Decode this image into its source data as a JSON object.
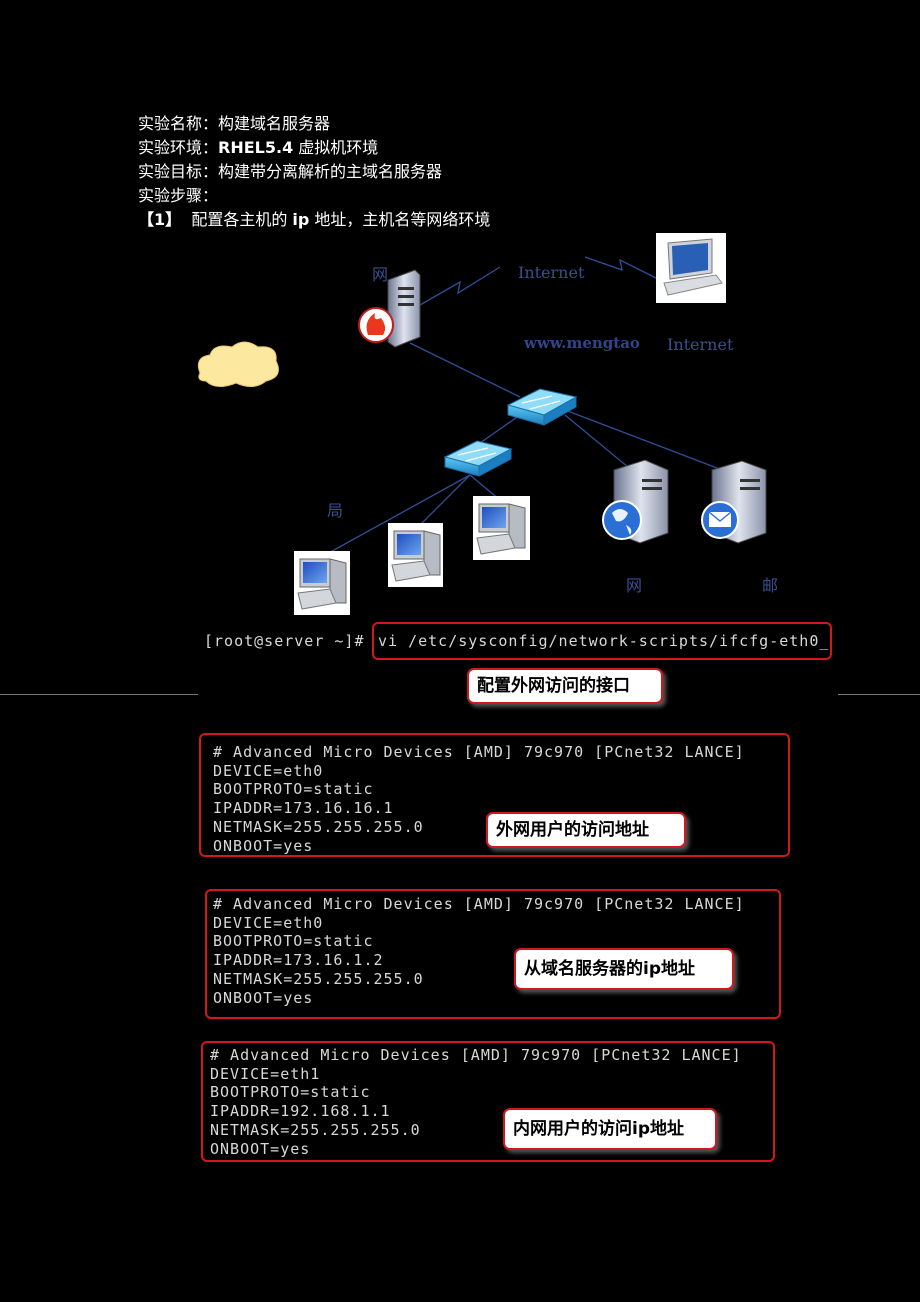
{
  "header": {
    "name_label": "实验名称：",
    "name_value": "构建域名服务器",
    "env_label": "实验环境：",
    "env_value_bold": "RHEL5.4",
    "env_value": " 虚拟机环境",
    "goal_label": "实验目标：",
    "goal_value": "构建带分离解析的主域名服务器",
    "steps_label": "实验步骤：",
    "step1_num": "【1】",
    "step1_pre": "配置各主机的 ",
    "step1_ip": "ip",
    "step1_post": " 地址，主机名等网络环境"
  },
  "diagram": {
    "label_wang": "网",
    "label_internet_top": "Internet",
    "label_internet_right": "Internet",
    "label_www": "www.mengtao",
    "label_ju": "局",
    "label_wang2": "网",
    "label_you": "邮"
  },
  "command": {
    "prompt": "[root@server ~]#",
    "text": "vi /etc/sysconfig/network-scripts/ifcfg-eth0_",
    "callout": "配置外网访问的接口"
  },
  "configs": [
    {
      "lines": [
        "# Advanced Micro Devices [AMD] 79c970 [PCnet32 LANCE]",
        "DEVICE=eth0",
        "BOOTPROTO=static",
        "IPADDR=173.16.16.1",
        "NETMASK=255.255.255.0",
        "ONBOOT=yes"
      ],
      "callout": "外网用户的访问地址"
    },
    {
      "lines": [
        "# Advanced Micro Devices [AMD] 79c970 [PCnet32 LANCE]",
        "DEVICE=eth0",
        "BOOTPROTO=static",
        "IPADDR=173.16.1.2",
        "NETMASK=255.255.255.0",
        "ONBOOT=yes"
      ],
      "callout": "从域名服务器的ip地址"
    },
    {
      "lines": [
        "# Advanced Micro Devices [AMD] 79c970 [PCnet32 LANCE]",
        "DEVICE=eth1",
        "BOOTPROTO=static",
        "IPADDR=192.168.1.1",
        "NETMASK=255.255.255.0",
        "ONBOOT=yes"
      ],
      "callout": "内网用户的访问ip地址"
    }
  ]
}
